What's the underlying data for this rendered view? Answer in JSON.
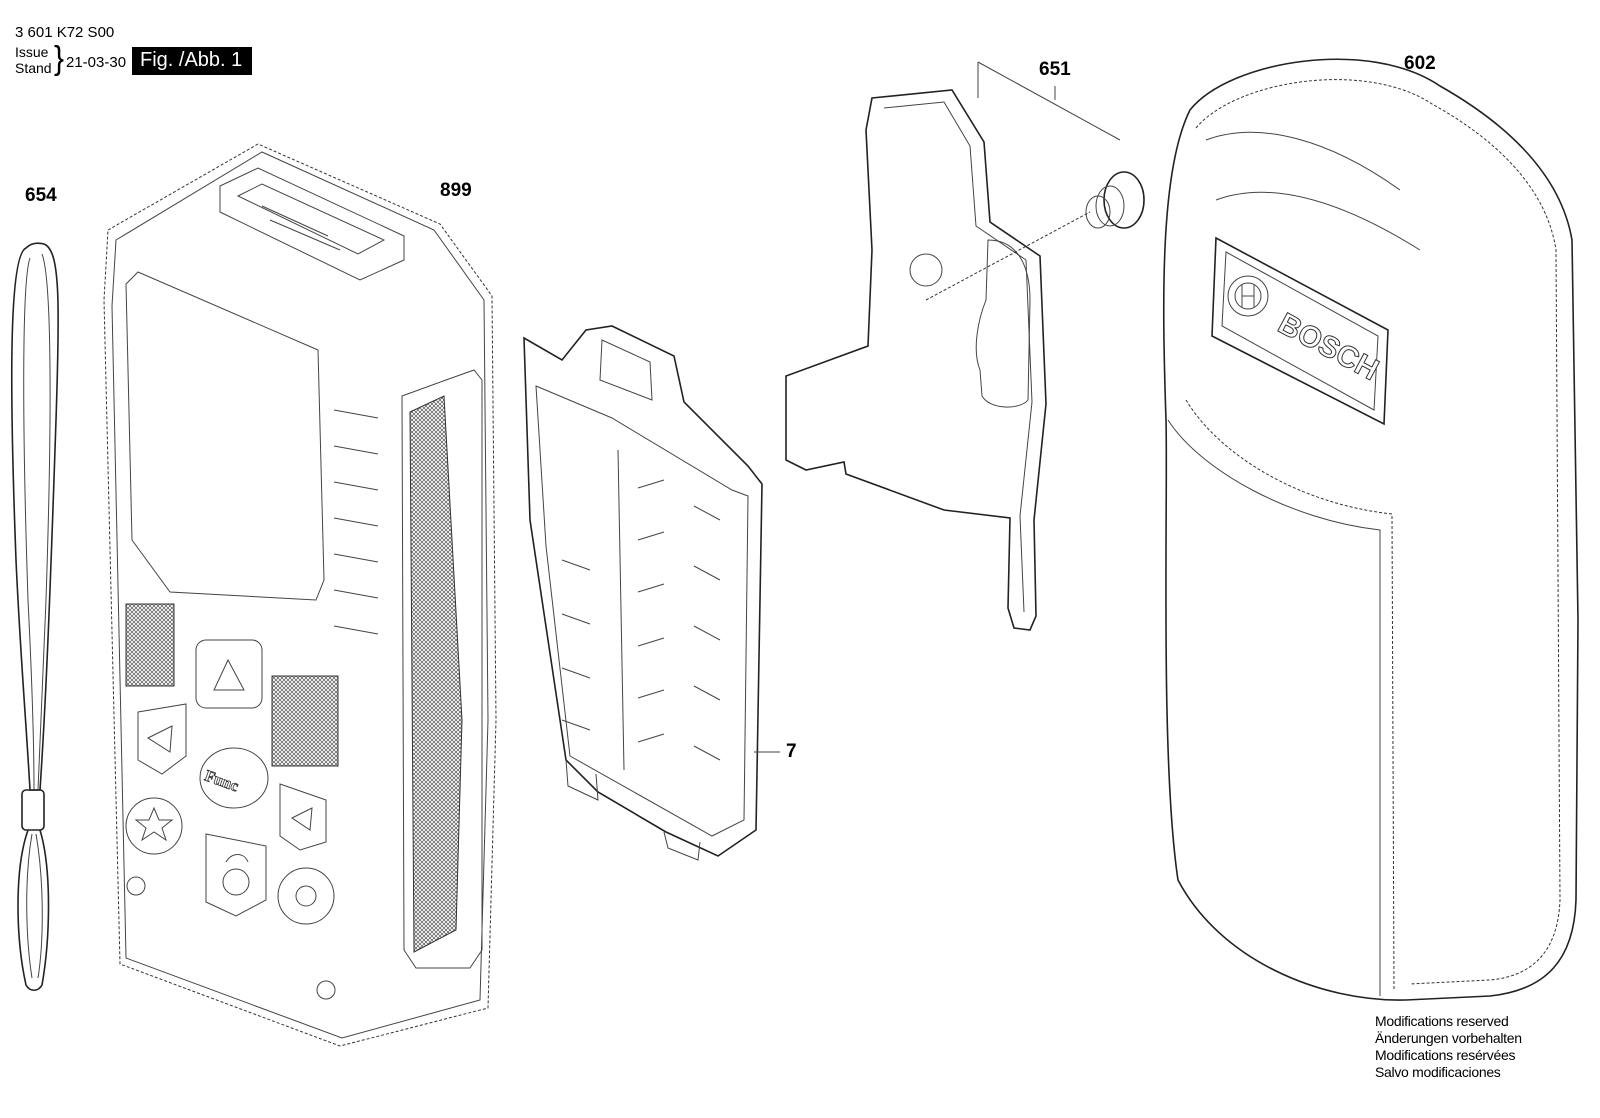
{
  "header": {
    "document_number": "3 601 K72 S00",
    "issue_label": "Issue",
    "stand_label": "Stand",
    "date": "21-03-30",
    "figure_label": "Fig. /Abb. 1"
  },
  "callouts": [
    {
      "id": "654",
      "text": "654"
    },
    {
      "id": "899",
      "text": "899"
    },
    {
      "id": "7",
      "text": "7"
    },
    {
      "id": "651",
      "text": "651"
    },
    {
      "id": "602",
      "text": "602"
    }
  ],
  "device": {
    "func_button_label": "Func",
    "brand_label": "BOSCH"
  },
  "notice_lines": [
    "Modifications reserved",
    "Änderungen vorbehalten",
    "Modifications resérvées",
    "Salvo modificaciones"
  ]
}
